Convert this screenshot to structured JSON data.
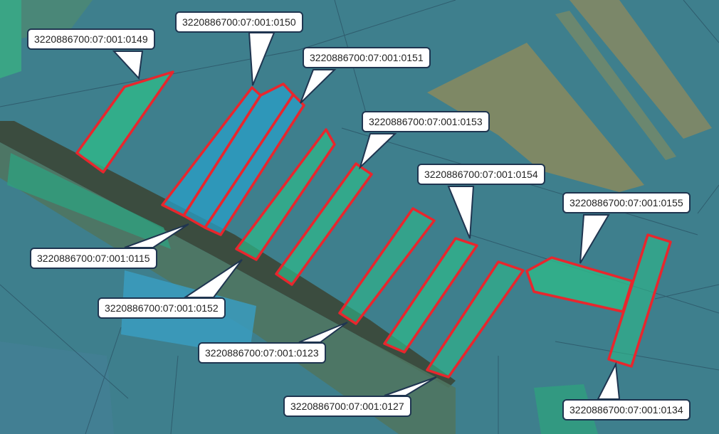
{
  "colors": {
    "outline": "#e8262d",
    "parcel_fill": "#2fb98a",
    "parcel_blue": "#2a9fc8",
    "background": "#3d7f8c"
  },
  "parcels": [
    {
      "id": "3220886700:07:001:0149"
    },
    {
      "id": "3220886700:07:001:0150"
    },
    {
      "id": "3220886700:07:001:0151"
    },
    {
      "id": "3220886700:07:001:0153"
    },
    {
      "id": "3220886700:07:001:0154"
    },
    {
      "id": "3220886700:07:001:0155"
    },
    {
      "id": "3220886700:07:001:0115"
    },
    {
      "id": "3220886700:07:001:0152"
    },
    {
      "id": "3220886700:07:001:0123"
    },
    {
      "id": "3220886700:07:001:0127"
    },
    {
      "id": "3220886700:07:001:0134"
    }
  ]
}
